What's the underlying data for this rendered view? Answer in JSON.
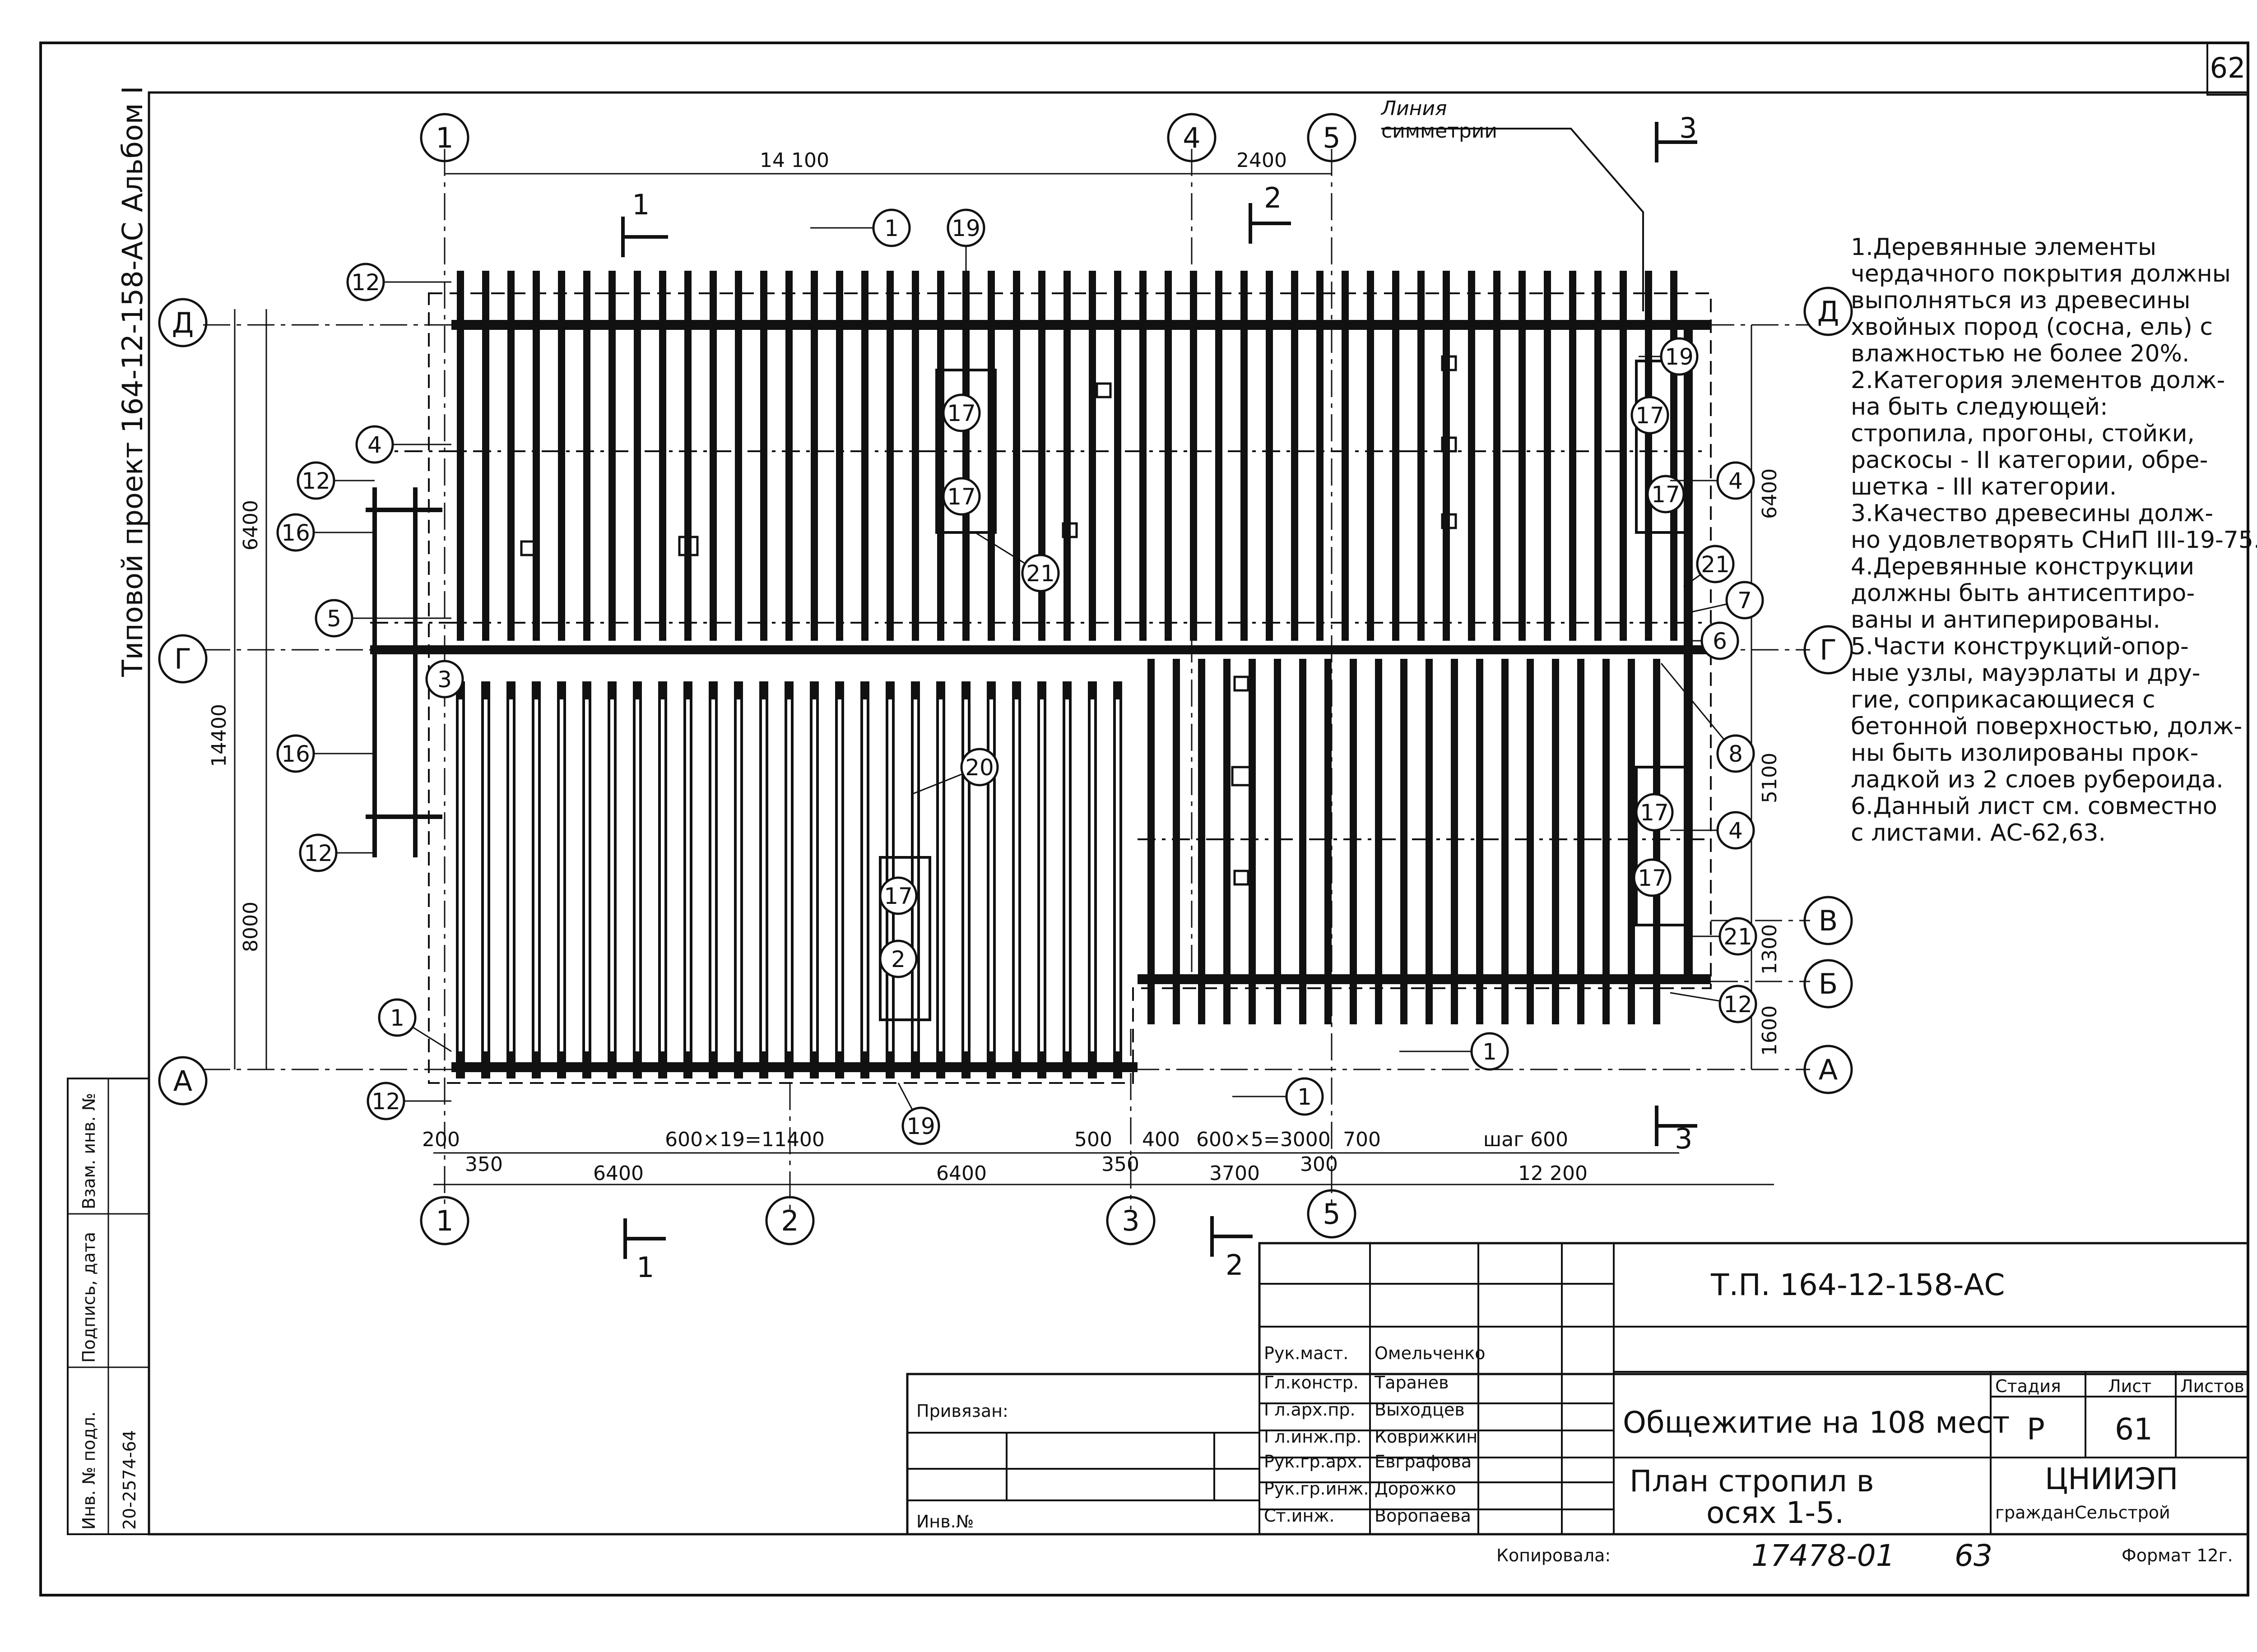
{
  "sheet": {
    "page_number": "62",
    "side_album": "Альбом I",
    "side_project": "Типовой проект 164-12-158-АС",
    "copied_label": "Копировала:",
    "copy_number": "17478-01",
    "copy_page": "63",
    "format": "Формат 12г."
  },
  "stamp_column": {
    "labels": [
      "Инв. № подл.",
      "Подпись, дата",
      "Взам. инв. №"
    ],
    "inv_value": "20-2574-64"
  },
  "plan": {
    "symmetry_label_1": "Линия",
    "symmetry_label_2": "симметрии",
    "axes_top": [
      "1",
      "4",
      "5"
    ],
    "axes_bottom": [
      "1",
      "2",
      "3",
      "5"
    ],
    "axes_left": [
      "Д",
      "Г",
      "А"
    ],
    "axes_right": [
      "Д",
      "Г",
      "В",
      "Б",
      "А"
    ],
    "sections": [
      "1",
      "2",
      "3",
      "1",
      "2",
      "3"
    ],
    "dims_top": [
      "14 100",
      "2400"
    ],
    "dims_left": [
      "6400",
      "14400",
      "8000"
    ],
    "dims_right": [
      "6400",
      "5100",
      "1300",
      "1600"
    ],
    "dims_bottom_1": [
      "200",
      "350",
      "600×19=11400",
      "500",
      "400",
      "600×5=3000",
      "700",
      "шаг 600"
    ],
    "dims_bottom_2": [
      "6400",
      "6400",
      "350",
      "3700",
      "300",
      "12 200"
    ],
    "callouts": [
      "1",
      "12",
      "19",
      "17",
      "17",
      "21",
      "4",
      "12",
      "16",
      "5",
      "3",
      "16",
      "12",
      "1",
      "12",
      "20",
      "17",
      "2",
      "19",
      "1",
      "1",
      "19",
      "17",
      "17",
      "4",
      "21",
      "7",
      "6",
      "8",
      "17",
      "4",
      "17",
      "21",
      "12"
    ]
  },
  "notes": [
    "1.Деревянные элементы",
    "чердачного покрытия должны",
    "выполняться из древесины",
    "хвойных пород (сосна, ель) с",
    "влажностью не более 20%.",
    "2.Категория элементов долж-",
    "на быть следующей:",
    "стропила, прогоны, стойки,",
    "раскосы - II категории, обре-",
    "шетка - III категории.",
    "3.Качество древесины долж-",
    "но удовлетворять СНиП III-19-75.",
    "4.Деревянные конструкции",
    "должны быть антисептиро-",
    "ваны и антиперированы.",
    "5.Части конструкций-опор-",
    "ные узлы, мауэрлаты и дру-",
    "гие, соприкасающиеся с",
    "бетонной поверхностью, долж-",
    "ны быть изолированы прок-",
    "ладкой из 2 слоев рубероида.",
    "6.Данный лист см. совместно",
    "с листами. АС-62,63."
  ],
  "title_block": {
    "doc_code": "Т.П. 164-12-158-АС",
    "bound_label": "Привязан:",
    "inv_label": "Инв.№",
    "roles": [
      "Рук.маст.",
      "Гл.констр.",
      "Гл.арх.пр.",
      "Гл.инж.пр.",
      "Рук.гр.арх.",
      "Рук.гр.инж.",
      "Ст.инж."
    ],
    "names": [
      "Омельченко",
      "Таранев",
      "Выходцев",
      "Коврижкин",
      "Евграфова",
      "Дорожко",
      "Воропаева"
    ],
    "building": "Общежитие на 108 мест",
    "sheet_title_1": "План стропил в",
    "sheet_title_2": "осях 1-5.",
    "stage_label": "Стадия",
    "sheet_label": "Лист",
    "sheets_label": "Листов",
    "stage": "Р",
    "sheet_no": "61",
    "org_1": "ЦНИИЭП",
    "org_2": "гражданСельстрой"
  }
}
